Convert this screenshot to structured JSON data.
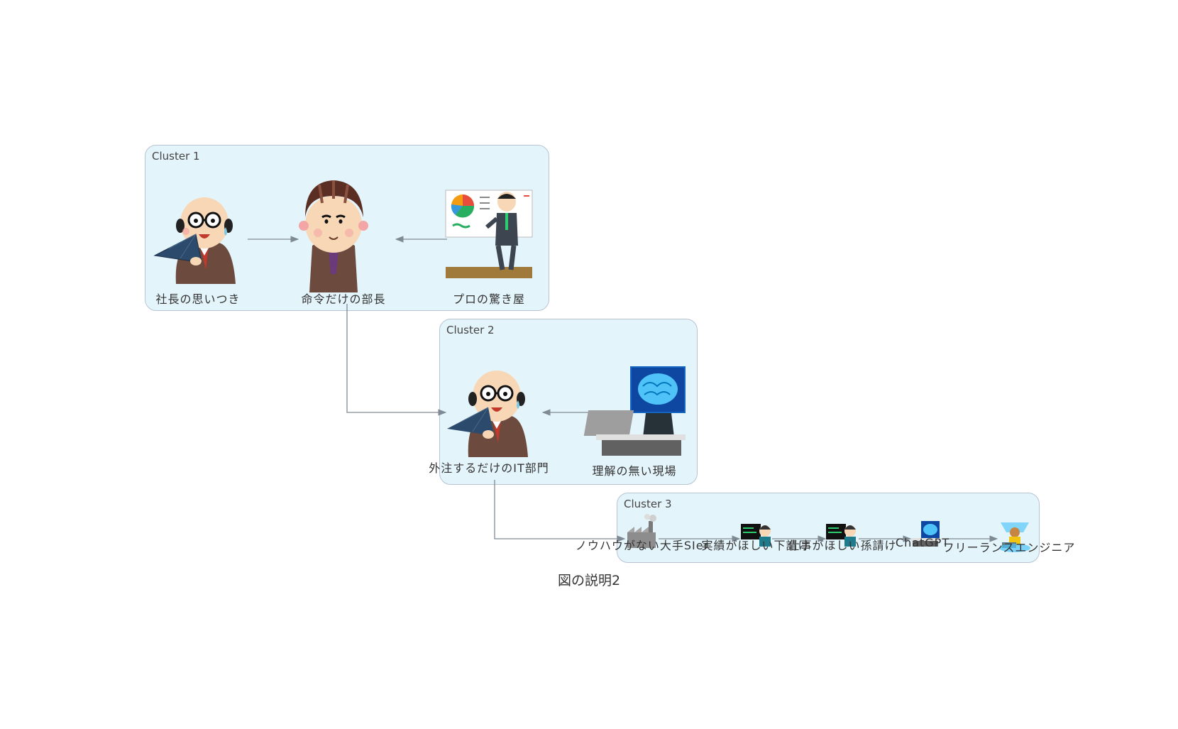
{
  "diagram": {
    "caption": "図の説明2",
    "clusters": [
      {
        "id": "c1",
        "title": "Cluster 1"
      },
      {
        "id": "c2",
        "title": "Cluster 2"
      },
      {
        "id": "c3",
        "title": "Cluster 3"
      }
    ],
    "nodes": {
      "president": "社長の思いつき",
      "manager": "命令だけの部長",
      "consultant": "プロの驚き屋",
      "it_dept": "外注するだけのIT部門",
      "field": "理解の無い現場",
      "big_si": "ノウハウがない大手SIer",
      "sub1": "実績がほしい下請け",
      "sub2": "仕事がほしい孫請け",
      "chatgpt": "ChatGPT",
      "freelance": "フリーランスエンジニア"
    },
    "colors": {
      "cluster_fill": "#e4f4fb",
      "cluster_border": "#b7c3d3",
      "edge": "#7f8a94"
    }
  }
}
